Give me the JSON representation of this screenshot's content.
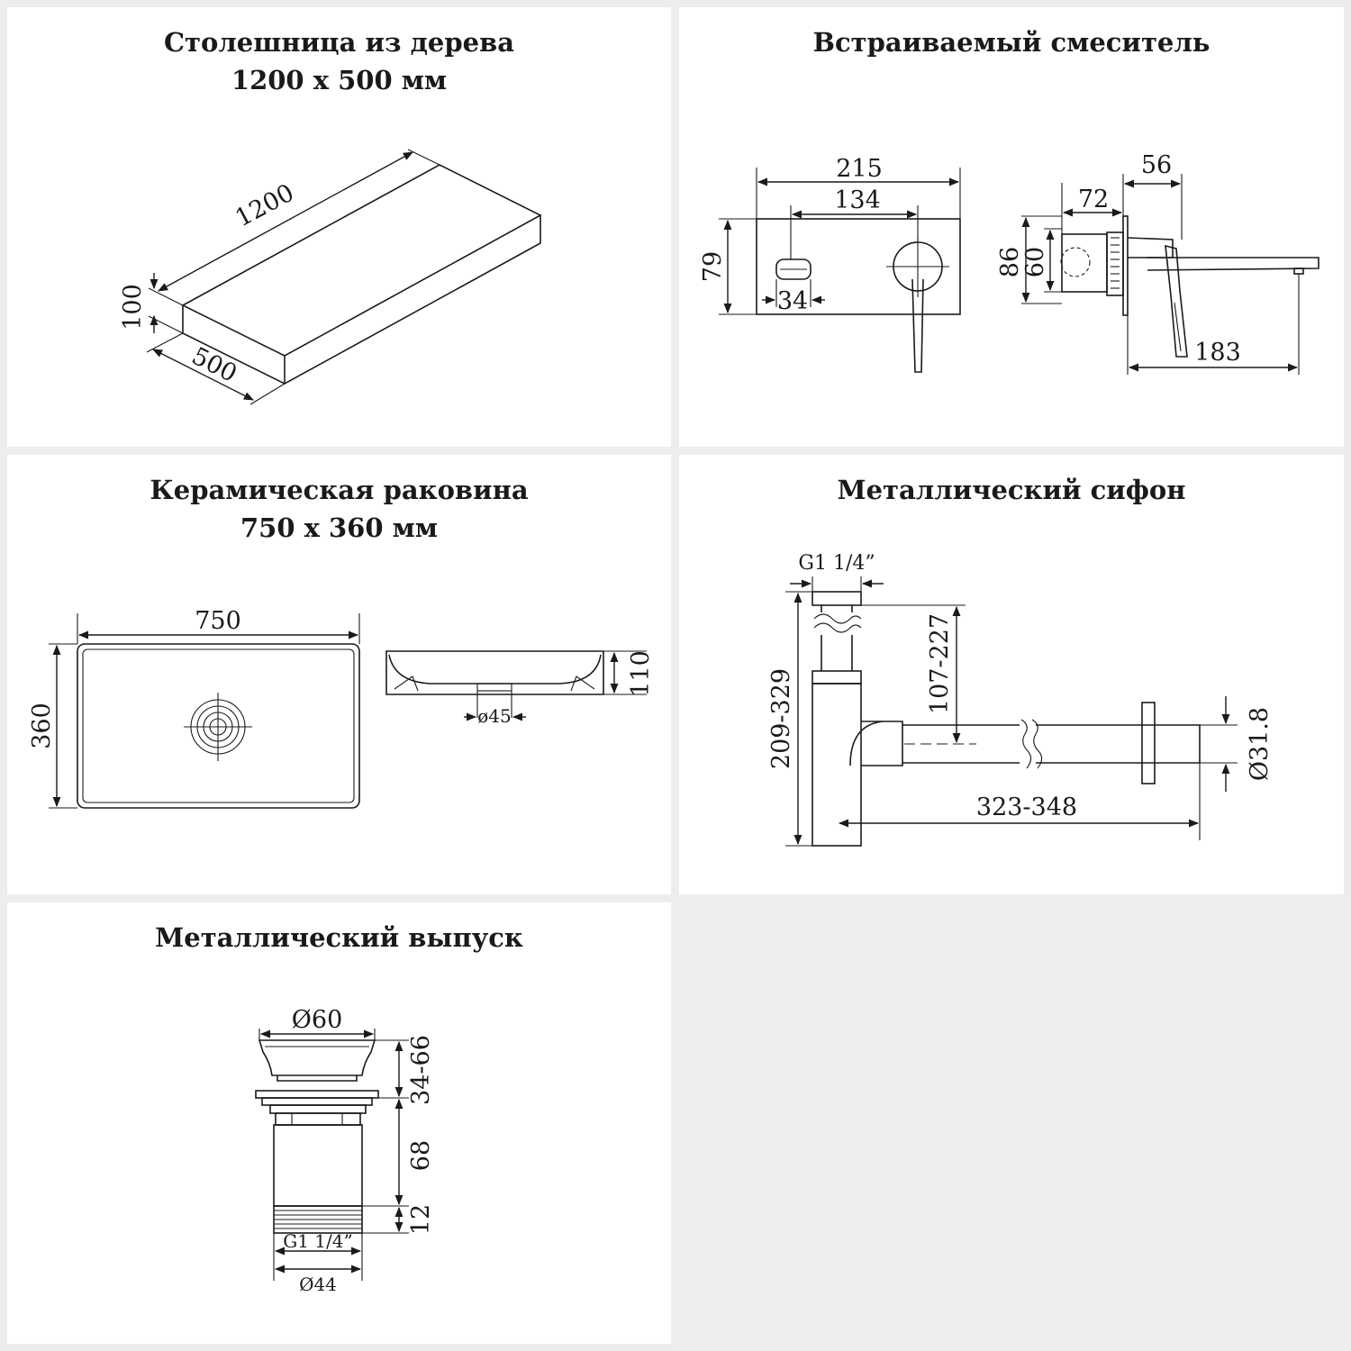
{
  "panels": {
    "countertop": {
      "title": "Столешница из дерева",
      "subtitle": "1200 x 500 мм",
      "dims": {
        "length": "1200",
        "height": "100",
        "depth": "500"
      }
    },
    "mixer": {
      "title": "Встраиваемый смеситель",
      "dims": {
        "width": "215",
        "spacing": "134",
        "height": "79",
        "knob": "34",
        "depth_outer": "56",
        "depth_inner": "72",
        "h_outer": "86",
        "h_inner": "60",
        "spout": "183"
      }
    },
    "sink": {
      "title": "Керамическая раковина",
      "subtitle": "750 x 360 мм",
      "dims": {
        "length": "750",
        "width": "360",
        "height": "110",
        "drain": "ø45"
      }
    },
    "siphon": {
      "title": "Металлический сифон",
      "dims": {
        "thread": "G1 1/4”",
        "height": "209-329",
        "upper": "107-227",
        "length": "323-348",
        "pipe_diameter": "Ø31.8"
      }
    },
    "drain": {
      "title": "Металлический выпуск",
      "dims": {
        "cap_diameter": "Ø60",
        "adjust": "34-66",
        "body": "68",
        "thread_len": "12",
        "thread": "G1 1/4”",
        "diameter": "Ø44"
      }
    }
  }
}
